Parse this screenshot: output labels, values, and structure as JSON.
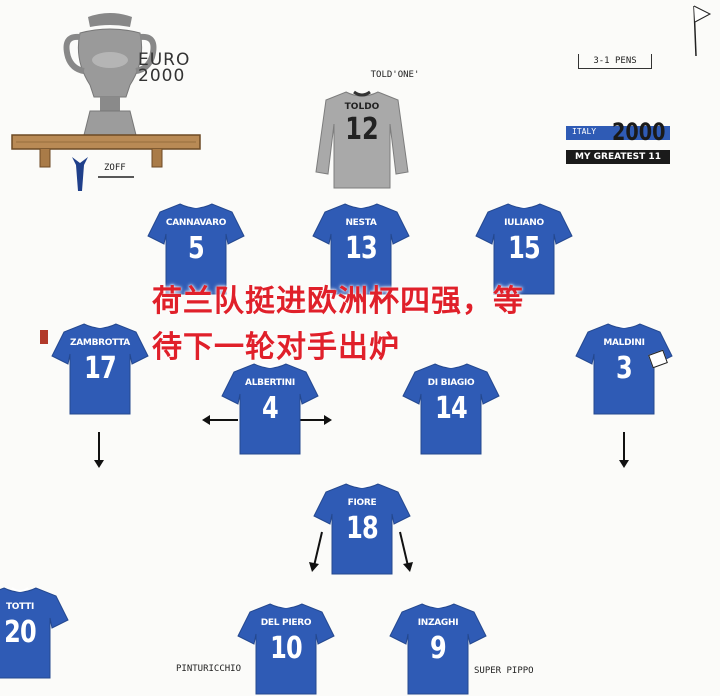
{
  "euro": {
    "line1": "EURO",
    "line2": "2000"
  },
  "zoff_label": "ZOFF",
  "keeper": {
    "nickname": "TOLD'ONE'",
    "name": "TOLDO",
    "number": "12"
  },
  "pens_label": "3-1 PENS",
  "badge": {
    "country": "ITALY",
    "year": "2000",
    "subtitle": "MY GREATEST 11"
  },
  "players": [
    {
      "id": "cannavaro",
      "name": "CANNAVARO",
      "number": "5"
    },
    {
      "id": "nesta",
      "name": "NESTA",
      "number": "13"
    },
    {
      "id": "iuliano",
      "name": "IULIANO",
      "number": "15"
    },
    {
      "id": "zambrotta",
      "name": "ZAMBROTTA",
      "number": "17"
    },
    {
      "id": "maldini",
      "name": "MALDINI",
      "number": "3"
    },
    {
      "id": "albertini",
      "name": "ALBERTINI",
      "number": "4"
    },
    {
      "id": "dibiagio",
      "name": "DI BIAGIO",
      "number": "14"
    },
    {
      "id": "fiore",
      "name": "FIORE",
      "number": "18"
    },
    {
      "id": "totti",
      "name": "TOTTI",
      "number": "20"
    },
    {
      "id": "delpiero",
      "name": "DEL PIERO",
      "number": "10"
    },
    {
      "id": "inzaghi",
      "name": "INZAGHI",
      "number": "9"
    }
  ],
  "nicknames": {
    "delpiero": "PINTURICCHIO",
    "inzaghi": "SUPER PIPPO"
  },
  "caption": {
    "line1": "荷兰队挺进欧洲杯四强，等",
    "line2": "待下一轮对手出炉"
  },
  "colors": {
    "jersey_blue": "#2f5bb5",
    "keeper_grey": "#a9a9a9",
    "caption_red": "#e0202a"
  }
}
